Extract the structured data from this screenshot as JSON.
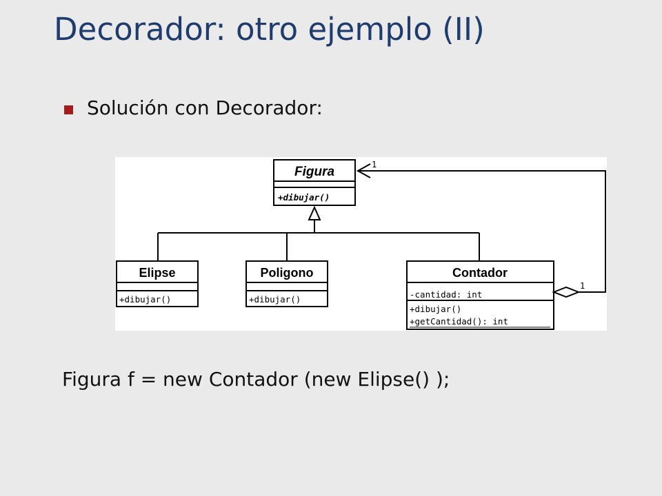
{
  "slide": {
    "title": "Decorador: otro ejemplo (II)",
    "bullet": "Solución con Decorador:",
    "code": "Figura f = new Contador (new Elipse() );"
  },
  "diagram": {
    "classes": {
      "figura": {
        "name": "Figura",
        "methods": [
          "+dibujar()"
        ]
      },
      "elipse": {
        "name": "Elipse",
        "methods": [
          "+dibujar()"
        ]
      },
      "poligono": {
        "name": "Poligono",
        "methods": [
          "+dibujar()"
        ]
      },
      "contador": {
        "name": "Contador",
        "attributes": [
          "-cantidad: int"
        ],
        "methods": [
          "+dibujar()",
          "+getCantidad(): int"
        ]
      }
    },
    "multiplicity_target": "1",
    "multiplicity_source": "1"
  },
  "colors": {
    "background": "#eaeaea",
    "title": "#1f3c6e",
    "bullet": "#a51c1c",
    "text": "#111111"
  }
}
